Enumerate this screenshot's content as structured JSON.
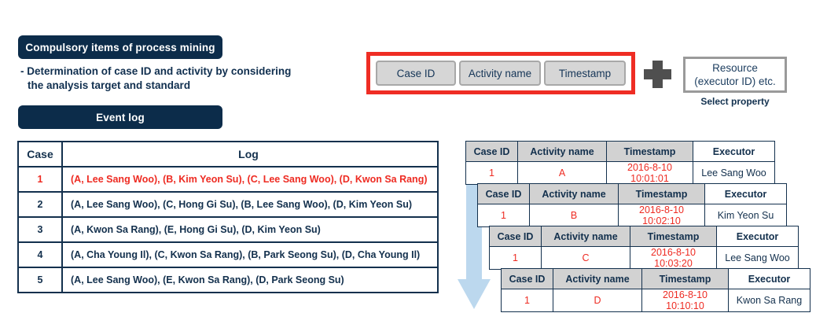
{
  "banners": {
    "compulsory": "Compulsory items of process mining",
    "event_log": "Event log"
  },
  "bullet": {
    "line1": "- Determination of case ID and activity by considering",
    "line2": "the analysis target and standard"
  },
  "required_properties": {
    "chips": [
      "Case ID",
      "Activity name",
      "Timestamp"
    ],
    "border_color": "#ef2d24"
  },
  "optional_property": {
    "plus": "+",
    "box_line1": "Resource",
    "box_line2": "(executor ID) etc.",
    "caption": "Select property"
  },
  "event_log_table": {
    "headers": [
      "Case",
      "Log"
    ],
    "rows": [
      {
        "case": "1",
        "log": "(A, Lee Sang Woo), (B, Kim Yeon Su), (C, Lee Sang Woo), (D, Kwon Sa Rang)",
        "highlight": true
      },
      {
        "case": "2",
        "log": "(A, Lee Sang Woo), (C, Hong Gi Su), (B, Lee Sang Woo), (D, Kim Yeon Su)",
        "highlight": false
      },
      {
        "case": "3",
        "log": "(A, Kwon Sa Rang), (E, Hong Gi Su), (D, Kim Yeon Su)",
        "highlight": false
      },
      {
        "case": "4",
        "log": "(A, Cha Young Il), (C, Kwon Sa Rang), (B, Park Seong Su), (D, Cha Young Il)",
        "highlight": false
      },
      {
        "case": "5",
        "log": "(A, Lee Sang Woo), (E, Kwon Sa Rang), (D, Park Seong Su)",
        "highlight": false
      }
    ]
  },
  "event_tables": {
    "headers": [
      "Case ID",
      "Activity name",
      "Timestamp",
      "Executor"
    ],
    "records": [
      {
        "case_id": "1",
        "activity": "A",
        "timestamp": "2016-8-10 10:01:01",
        "executor": "Lee Sang Woo"
      },
      {
        "case_id": "1",
        "activity": "B",
        "timestamp": "2016-8-10 10:02:10",
        "executor": "Kim Yeon Su"
      },
      {
        "case_id": "1",
        "activity": "C",
        "timestamp": "2016-8-10 10:03:20",
        "executor": "Lee Sang Woo"
      },
      {
        "case_id": "1",
        "activity": "D",
        "timestamp": "2016-8-10 10:10:10",
        "executor": "Kwon Sa Rang"
      }
    ]
  },
  "colors": {
    "navy": "#0c2c4a",
    "red": "#ee2b22",
    "arrow_blue": "#bcd8ee",
    "header_grey": "#d2d2d2"
  }
}
